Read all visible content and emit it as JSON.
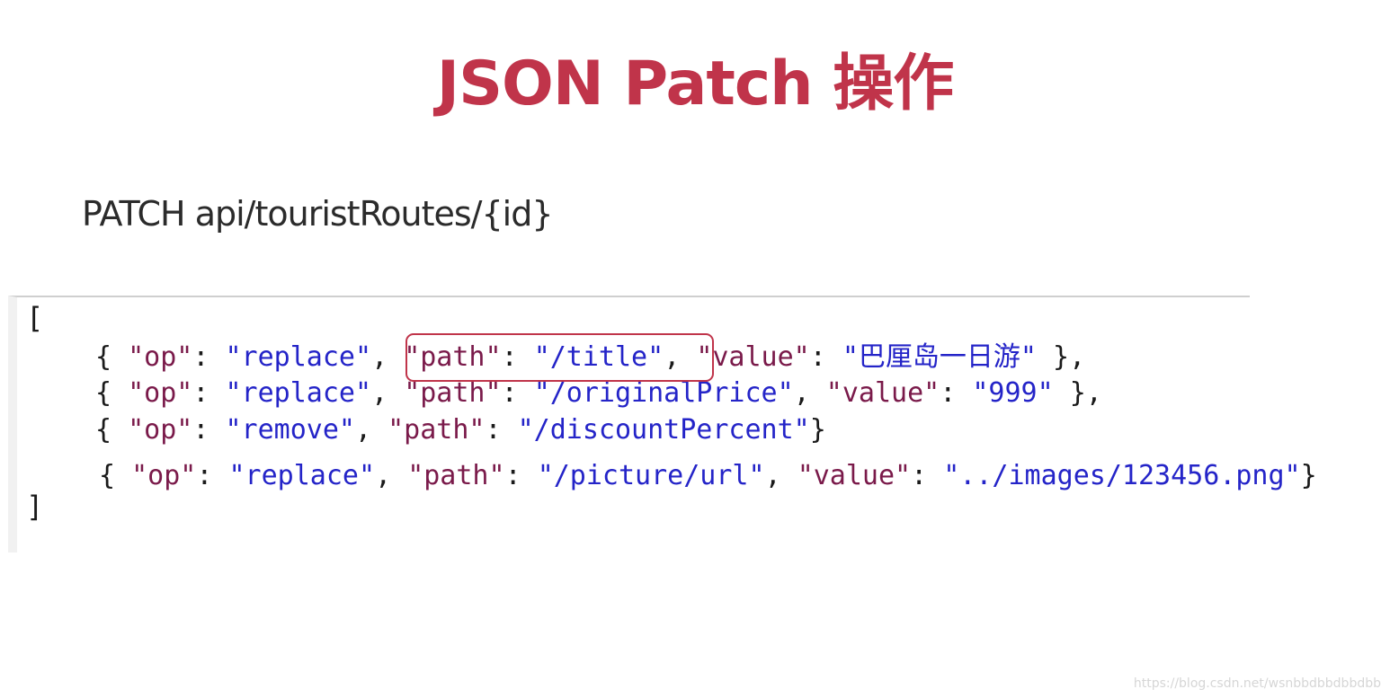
{
  "title": "JSON Patch 操作",
  "endpoint": "PATCH api/touristRoutes/{id}",
  "code": {
    "open_bracket": "[",
    "close_bracket": "]",
    "lines": [
      {
        "op_key": "\"op\"",
        "op_val": "\"replace\"",
        "path_key": "\"path\"",
        "path_val": "\"/title\"",
        "value_key": "\"value\"",
        "value_val": "\"巴厘岛一日游\"",
        "end": " },"
      },
      {
        "op_key": "\"op\"",
        "op_val": "\"replace\"",
        "path_key": "\"path\"",
        "path_val": "\"/originalPrice\"",
        "value_key": "\"value\"",
        "value_val": "\"999\"",
        "end": " },"
      },
      {
        "op_key": "\"op\"",
        "op_val": "\"remove\"",
        "path_key": "\"path\"",
        "path_val": "\"/discountPercent\"",
        "end": "}"
      },
      {
        "op_key": "\"op\"",
        "op_val": "\"replace\"",
        "path_key": "\"path\"",
        "path_val": "\"/picture/url\"",
        "value_key": "\"value\"",
        "value_val": "\"../images/123456.png\"",
        "end": "}"
      }
    ]
  },
  "watermark": "https://blog.csdn.net/wsnbbdbbdbbdbb",
  "colors": {
    "title": "#c0344a",
    "key": "#7a1a4a",
    "string": "#2424c8",
    "highlight_border": "#c0344a"
  }
}
